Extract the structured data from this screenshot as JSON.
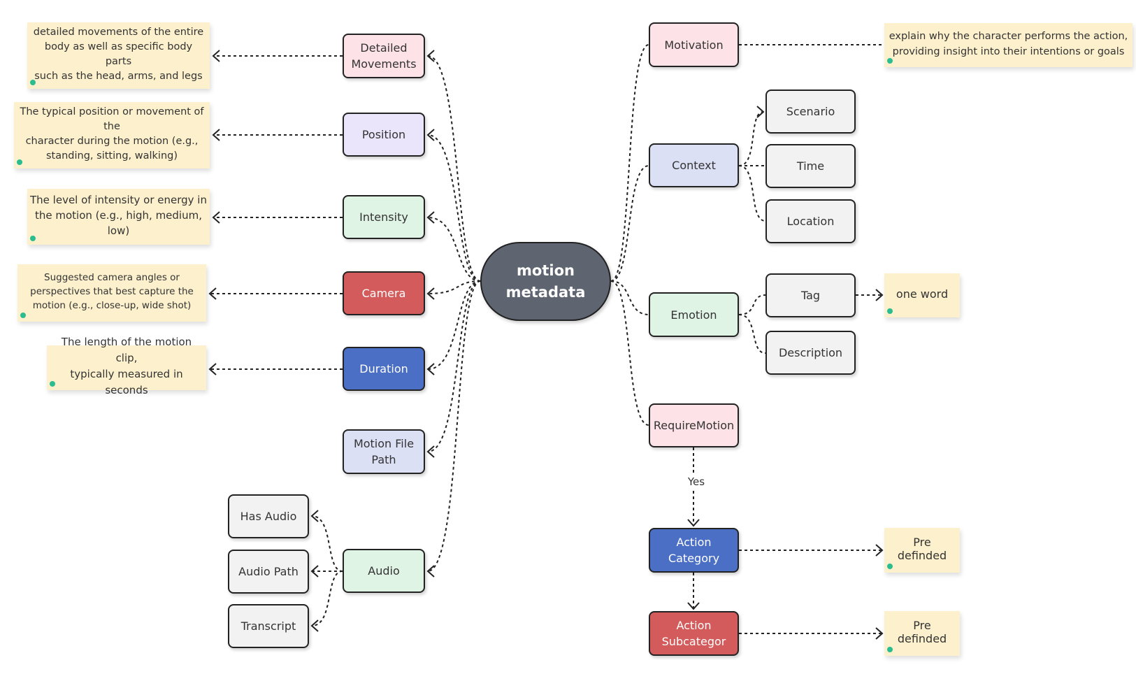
{
  "central": {
    "label": "motion\nmetadata",
    "fill": "#5e6570"
  },
  "left_nodes": [
    {
      "id": "detailed",
      "label": "Detailed\nMovements",
      "fill": "#fde3e7",
      "note": "detailed movements of the entire\nbody as well as specific body parts\nsuch as the head, arms, and legs"
    },
    {
      "id": "position",
      "label": "Position",
      "fill": "#ebe5fb",
      "note": "The typical position or movement of the\ncharacter during the motion (e.g.,\nstanding, sitting, walking)"
    },
    {
      "id": "intensity",
      "label": "Intensity",
      "fill": "#e0f4e6",
      "note": "The level of intensity or energy in\nthe motion (e.g., high, medium, low)"
    },
    {
      "id": "camera",
      "label": "Camera",
      "fill": "#d45b5b",
      "note": "Suggested camera angles or\nperspectives that best capture the\nmotion (e.g., close-up, wide shot)"
    },
    {
      "id": "duration",
      "label": "Duration",
      "fill": "#4a6fc5",
      "note": "The length of the motion clip,\ntypically measured in seconds"
    },
    {
      "id": "motionfile",
      "label": "Motion File\nPath",
      "fill": "#dbe0f5"
    },
    {
      "id": "audio",
      "label": "Audio",
      "fill": "#e0f4e6"
    }
  ],
  "audio_children": [
    {
      "id": "hasaudio",
      "label": "Has Audio"
    },
    {
      "id": "audiopath",
      "label": "Audio Path"
    },
    {
      "id": "transcript",
      "label": "Transcript"
    }
  ],
  "right_nodes": [
    {
      "id": "motivation",
      "label": "Motivation",
      "fill": "#fde3e7",
      "note": "explain why the character performs the action,\nproviding insight into their intentions or goals"
    },
    {
      "id": "context",
      "label": "Context",
      "fill": "#dbe0f5"
    },
    {
      "id": "emotion",
      "label": "Emotion",
      "fill": "#e0f4e6"
    },
    {
      "id": "requiremotion",
      "label": "RequireMotion",
      "fill": "#fde3e7"
    }
  ],
  "context_children": [
    {
      "id": "scenario",
      "label": "Scenario"
    },
    {
      "id": "time",
      "label": "Time"
    },
    {
      "id": "location",
      "label": "Location"
    }
  ],
  "emotion_children": [
    {
      "id": "tag",
      "label": "Tag",
      "note": "one word"
    },
    {
      "id": "description",
      "label": "Description"
    }
  ],
  "yes_label": "Yes",
  "action_nodes": [
    {
      "id": "actioncategory",
      "label": "Action\nCategory",
      "fill": "#4a6fc5",
      "note": "Pre definded"
    },
    {
      "id": "actionsubcategory",
      "label": "Action\nSubcategor",
      "fill": "#d45b5b",
      "note": "Pre definded"
    }
  ],
  "colors": {
    "grey_node": "#f2f2f2",
    "note_bg": "#fdf0cd",
    "note_mark": "#2bbd8f",
    "border": "#222222",
    "edge": "#222222"
  }
}
